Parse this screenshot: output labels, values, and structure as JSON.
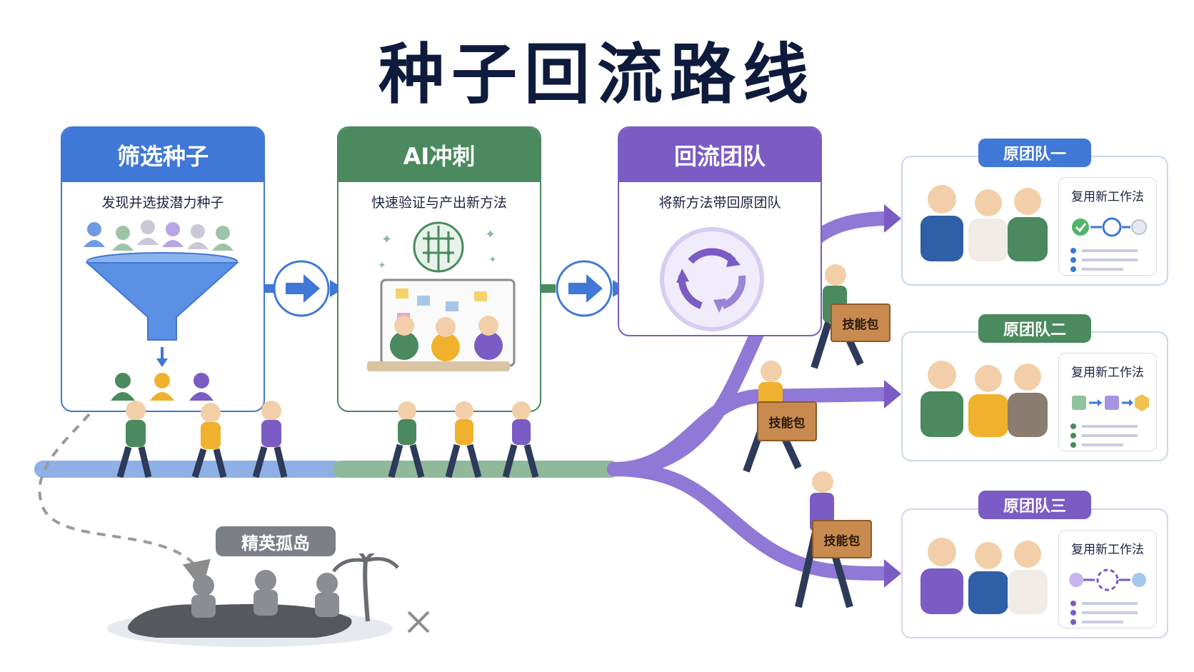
{
  "title": "种子回流路线",
  "colors": {
    "blue": "#3f78d6",
    "green": "#4a8a5e",
    "purple": "#7a5cc4",
    "gray": "#7c7f86",
    "navy": "#0f1b3d"
  },
  "stages": [
    {
      "title": "筛选种子",
      "subtitle": "发现并选拔潜力种子",
      "icon": "funnel-icon"
    },
    {
      "title": "AI冲刺",
      "subtitle": "快速验证与产出新方法",
      "icon": "ai-brain-icon"
    },
    {
      "title": "回流团队",
      "subtitle": "将新方法带回原团队",
      "icon": "cycle-arrows-icon"
    }
  ],
  "skill_pack": "技能包",
  "island": {
    "label": "精英孤岛"
  },
  "teams": [
    {
      "name": "原团队一",
      "reuse": "复用新工作法"
    },
    {
      "name": "原团队二",
      "reuse": "复用新工作法"
    },
    {
      "name": "原团队三",
      "reuse": "复用新工作法"
    }
  ]
}
